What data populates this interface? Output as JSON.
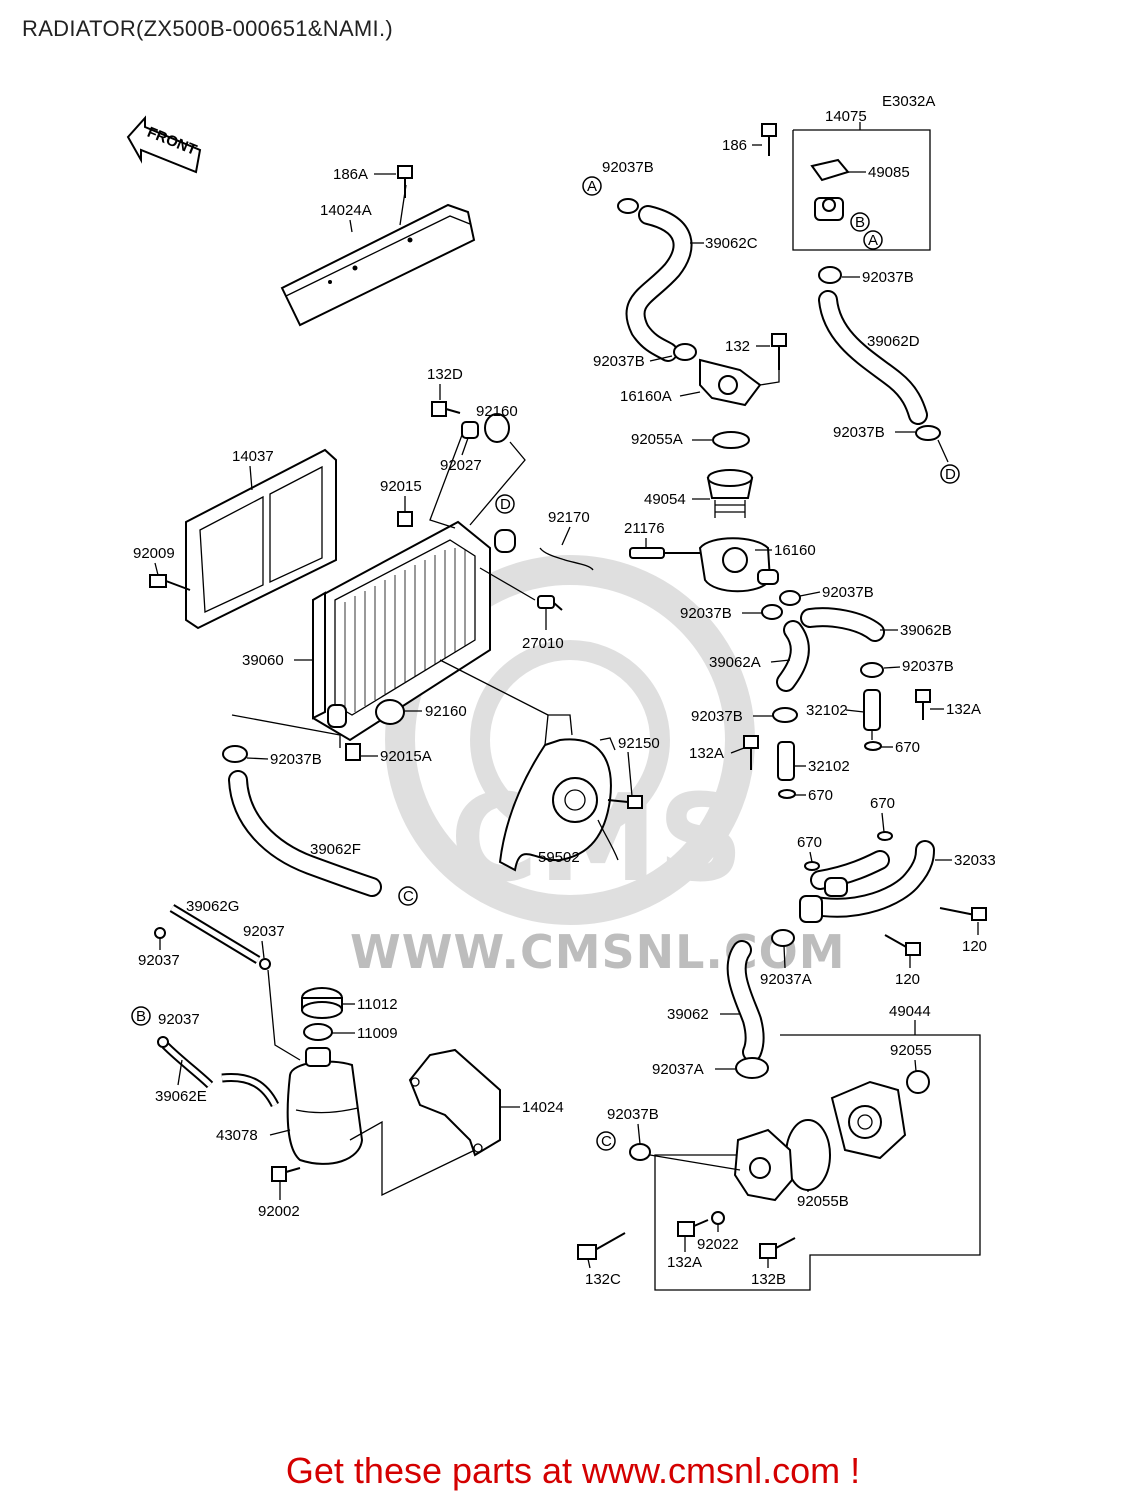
{
  "page": {
    "title": "RADIATOR(ZX500B-000651&NAMI.)",
    "footer": "Get these parts at www.cmsnl.com !",
    "watermark_text": "WWW.CMSNL.COM",
    "watermark_logo": "CMS",
    "drawing_code": "E3032A",
    "front_label": "FRONT"
  },
  "colors": {
    "footer_red": "#d40000",
    "line": "#000000",
    "watermark_grey": "#bdbdbd"
  },
  "callouts": [
    "A",
    "B",
    "C",
    "D"
  ],
  "parts": [
    {
      "id": "p-14075",
      "label": "14075"
    },
    {
      "id": "p-186",
      "label": "186"
    },
    {
      "id": "p-49085",
      "label": "49085"
    },
    {
      "id": "p-92037b-1",
      "label": "92037B"
    },
    {
      "id": "p-39062c",
      "label": "39062C"
    },
    {
      "id": "p-92037b-2",
      "label": "92037B"
    },
    {
      "id": "p-39062d",
      "label": "39062D"
    },
    {
      "id": "p-186a",
      "label": "186A"
    },
    {
      "id": "p-14024a",
      "label": "14024A"
    },
    {
      "id": "p-132",
      "label": "132"
    },
    {
      "id": "p-92037b-3",
      "label": "92037B"
    },
    {
      "id": "p-16160a",
      "label": "16160A"
    },
    {
      "id": "p-92037b-4",
      "label": "92037B"
    },
    {
      "id": "p-132d",
      "label": "132D"
    },
    {
      "id": "p-92160-1",
      "label": "92160"
    },
    {
      "id": "p-92027",
      "label": "92027"
    },
    {
      "id": "p-92055a",
      "label": "92055A"
    },
    {
      "id": "p-14037",
      "label": "14037"
    },
    {
      "id": "p-92015",
      "label": "92015"
    },
    {
      "id": "p-49054",
      "label": "49054"
    },
    {
      "id": "p-92170",
      "label": "92170"
    },
    {
      "id": "p-21176",
      "label": "21176"
    },
    {
      "id": "p-16160",
      "label": "16160"
    },
    {
      "id": "p-92009",
      "label": "92009"
    },
    {
      "id": "p-92037b-5",
      "label": "92037B"
    },
    {
      "id": "p-27010",
      "label": "27010"
    },
    {
      "id": "p-92037b-6",
      "label": "92037B"
    },
    {
      "id": "p-39062b",
      "label": "39062B"
    },
    {
      "id": "p-39060",
      "label": "39060"
    },
    {
      "id": "p-39062a",
      "label": "39062A"
    },
    {
      "id": "p-92037b-7",
      "label": "92037B"
    },
    {
      "id": "p-92160-2",
      "label": "92160"
    },
    {
      "id": "p-32102-1",
      "label": "32102"
    },
    {
      "id": "p-92037b-8",
      "label": "92037B"
    },
    {
      "id": "p-132a-1",
      "label": "132A"
    },
    {
      "id": "p-670-1",
      "label": "670"
    },
    {
      "id": "p-92150",
      "label": "92150"
    },
    {
      "id": "p-132a-2",
      "label": "132A"
    },
    {
      "id": "p-32102-2",
      "label": "32102"
    },
    {
      "id": "p-92037b-9",
      "label": "92037B"
    },
    {
      "id": "p-92015a",
      "label": "92015A"
    },
    {
      "id": "p-670-2",
      "label": "670"
    },
    {
      "id": "p-670-3",
      "label": "670"
    },
    {
      "id": "p-59502",
      "label": "59502"
    },
    {
      "id": "p-39062f",
      "label": "39062F"
    },
    {
      "id": "p-670-4",
      "label": "670"
    },
    {
      "id": "p-32033",
      "label": "32033"
    },
    {
      "id": "p-39062g",
      "label": "39062G"
    },
    {
      "id": "p-92037-1",
      "label": "92037"
    },
    {
      "id": "p-92037-2",
      "label": "92037"
    },
    {
      "id": "p-120-1",
      "label": "120"
    },
    {
      "id": "p-92037a-1",
      "label": "92037A"
    },
    {
      "id": "p-120-2",
      "label": "120"
    },
    {
      "id": "p-11012",
      "label": "11012"
    },
    {
      "id": "p-49044",
      "label": "49044"
    },
    {
      "id": "p-92037-3",
      "label": "92037"
    },
    {
      "id": "p-11009",
      "label": "11009"
    },
    {
      "id": "p-39062",
      "label": "39062"
    },
    {
      "id": "p-92055",
      "label": "92055"
    },
    {
      "id": "p-92037a-2",
      "label": "92037A"
    },
    {
      "id": "p-39062e",
      "label": "39062E"
    },
    {
      "id": "p-14024",
      "label": "14024"
    },
    {
      "id": "p-92037b-10",
      "label": "92037B"
    },
    {
      "id": "p-43078",
      "label": "43078"
    },
    {
      "id": "p-92055b",
      "label": "92055B"
    },
    {
      "id": "p-92002",
      "label": "92002"
    },
    {
      "id": "p-92022",
      "label": "92022"
    },
    {
      "id": "p-132a-3",
      "label": "132A"
    },
    {
      "id": "p-132c",
      "label": "132C"
    },
    {
      "id": "p-132b",
      "label": "132B"
    }
  ]
}
